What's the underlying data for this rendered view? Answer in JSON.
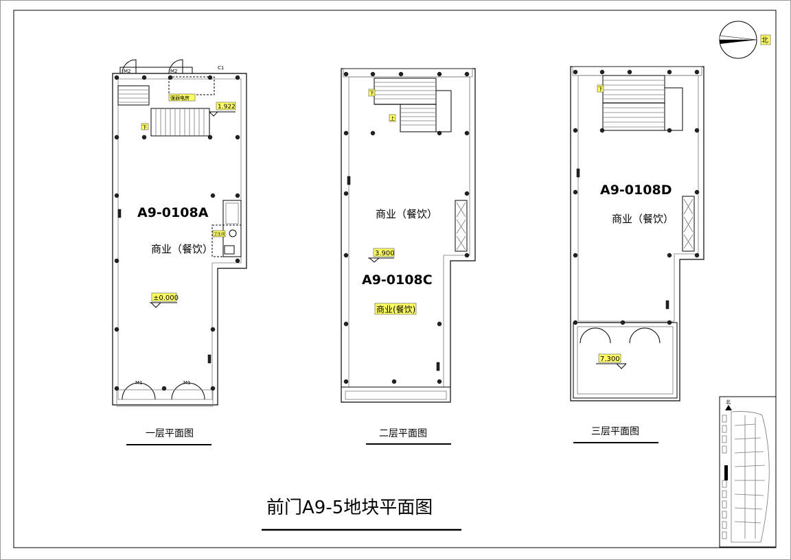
{
  "sheet_title": "前门A9-5地块平面图",
  "north_label": "北",
  "keymap": {
    "north_label": "北"
  },
  "plans": [
    {
      "id": "floor1",
      "caption": "一层平面图",
      "unit_code": "A9-0108A",
      "use_label": "商业（餐饮）",
      "elevation": "±0.000",
      "landing_elevation": "1.922",
      "door_labels": [
        "M2",
        "M2",
        "C1",
        "M1",
        "M1"
      ],
      "room_tags": [
        "强弱电房",
        "卫生间"
      ],
      "stair_tag": "下"
    },
    {
      "id": "floor2",
      "caption": "二层平面图",
      "unit_code": "A9-0108C",
      "use_label": "商业（餐饮）",
      "use_label_tag": "商业(餐饮)",
      "elevation": "3.900",
      "stair_tags": [
        "下",
        "上"
      ]
    },
    {
      "id": "floor3",
      "caption": "三层平面图",
      "unit_code": "A9-0108D",
      "use_label": "商业（餐饮）",
      "elevation": "7.300",
      "stair_tag": "下"
    }
  ]
}
